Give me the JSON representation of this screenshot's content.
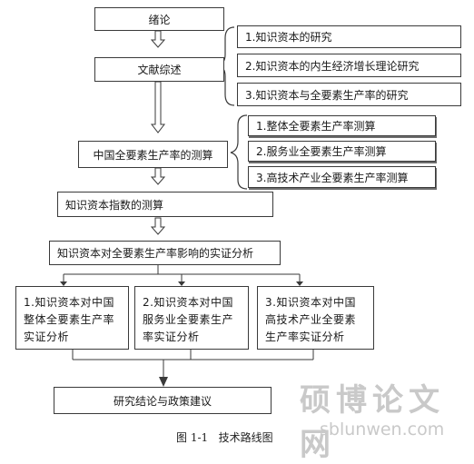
{
  "main_flow": {
    "intro": "绪论",
    "review": "文献综述",
    "tfp_measure": "中国全要素生产率的测算",
    "kc_index": "知识资本指数的测算",
    "empirical": "知识资本对全要素生产率影响的实证分析",
    "conclusion": "研究结论与政策建议"
  },
  "review_items": [
    "1.知识资本的研究",
    "2.知识资本的内生经济增长理论研究",
    "3.知识资本与全要素生产率的研究"
  ],
  "tfp_items": [
    "1.整体全要素生产率测算",
    "2.服务业全要素生产率测算",
    "3.高技术产业全要素生产率测算"
  ],
  "empirical_items": [
    "1.知识资本对中国整体全要素生产率实证分析",
    "2.知识资本对中国服务业全要素生产率实证分析",
    "3.知识资本对中国高技术产业全要素生产率实证分析"
  ],
  "caption": "图 1-1   技术路线图",
  "watermark": {
    "text": "硕博论文网",
    "url": "sblunwen.com"
  }
}
